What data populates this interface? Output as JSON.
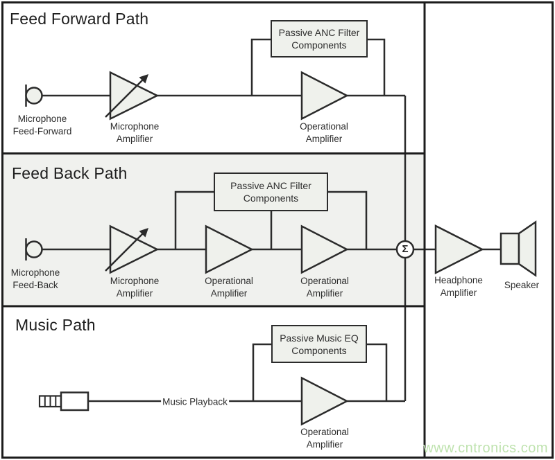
{
  "diagram": {
    "type": "block-diagram",
    "subject": "ANC headphone audio signal paths",
    "colors": {
      "line": "#2b2b2b",
      "frame": "#1c1c1c",
      "shape_fill": "#eff1ec",
      "feedback_section_bg": "#f0f1ee",
      "text": "#2d2d2d",
      "watermark_green": "#bfe3af"
    },
    "icons": {
      "microphone": "circle-with-stem",
      "audio_jack": "segmented-trrs-plug",
      "speaker": "box-with-cone",
      "summing_junction": "circle-with-sigma",
      "variable_amplifier": "triangle-with-diagonal-arrow",
      "amplifier": "triangle"
    },
    "sum_symbol": "Σ",
    "feed_forward": {
      "title": "Feed Forward Path",
      "mic_label": "Microphone\nFeed-Forward",
      "mic_amp_label": "Microphone\nAmplifier",
      "filter_label": "Passive ANC Filter\nComponents",
      "op_amp_label": "Operational\nAmplifier"
    },
    "feed_back": {
      "title": "Feed Back Path",
      "mic_label": "Microphone\nFeed-Back",
      "mic_amp_label": "Microphone\nAmplifier",
      "filter_label": "Passive ANC Filter\nComponents",
      "op_amp1_label": "Operational\nAmplifier",
      "op_amp2_label": "Operational\nAmplifier"
    },
    "music": {
      "title": "Music Path",
      "playback_label": "Music Playback",
      "eq_label": "Passive Music EQ\nComponents",
      "op_amp_label": "Operational\nAmplifier"
    },
    "output": {
      "headphone_amp_label": "Headphone\nAmplifier",
      "speaker_label": "Speaker"
    },
    "watermark": "www.cntronics.com"
  }
}
